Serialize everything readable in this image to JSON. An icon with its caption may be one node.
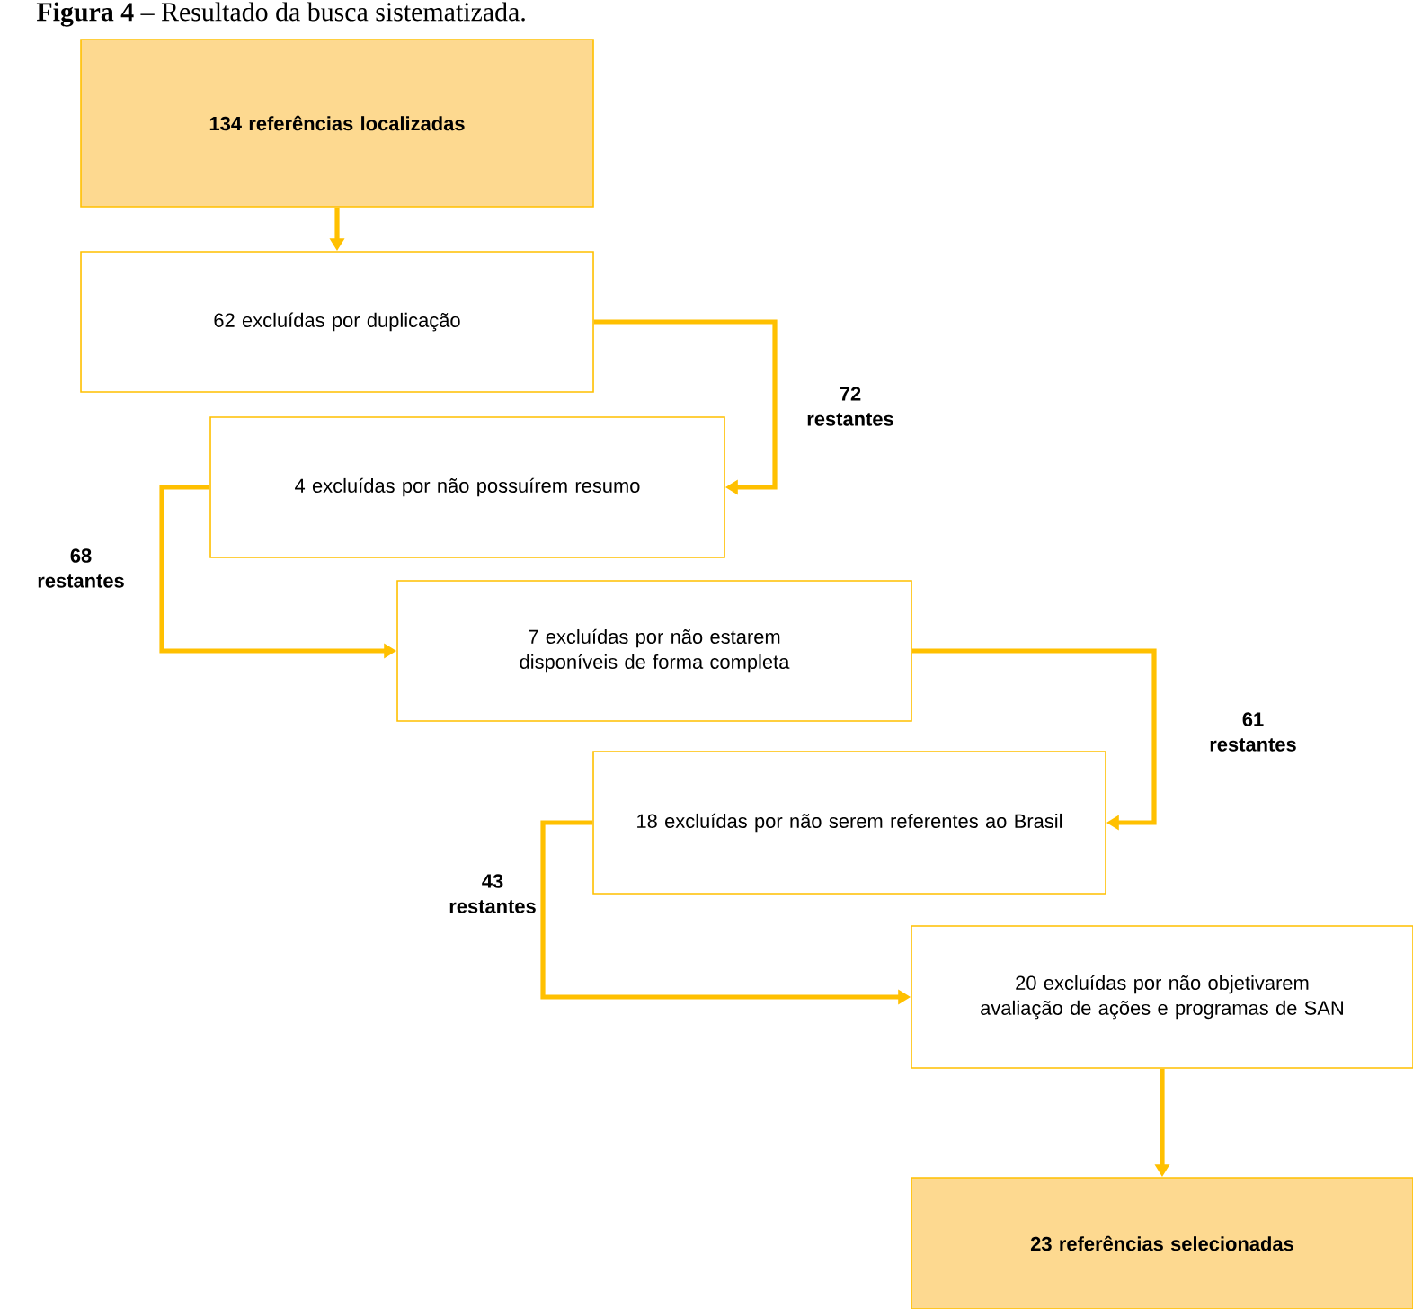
{
  "diagram": {
    "title": "**Figura 4** – Resultado da busca sistematizada.",
    "nodes": [
      {
        "text": [
          "134 referências localizadas"
        ]
      },
      {
        "text": [
          "62 excluídas por duplicação"
        ]
      },
      {
        "text": [
          "4 excluídas por não possuírem resumo"
        ]
      },
      {
        "text": [
          "7 excluídas por não estarem disponíveis de forma completa"
        ]
      },
      {
        "text": [
          "18 excluídas por não serem referentes ao Brasil"
        ]
      },
      {
        "text": [
          "20 excluídas por não objetivarem avaliação de ações e programas de SAN"
        ]
      },
      {
        "text": [
          "23 referências selecionadas"
        ]
      }
    ],
    "edges": [
      {
        "from": 0,
        "to": 1,
        "arrow": "to"
      },
      {
        "from": 1,
        "to": 2,
        "arrow": "to",
        "label": "72 restantes"
      },
      {
        "from": 2,
        "to": 3,
        "arrow": "to",
        "label": "68 restantes"
      },
      {
        "from": 3,
        "to": 4,
        "arrow": "to",
        "label": "61 restantes"
      },
      {
        "from": 4,
        "to": 5,
        "arrow": "to",
        "label": "43 restantes"
      },
      {
        "from": 5,
        "to": 6,
        "arrow": "to"
      }
    ]
  }
}
